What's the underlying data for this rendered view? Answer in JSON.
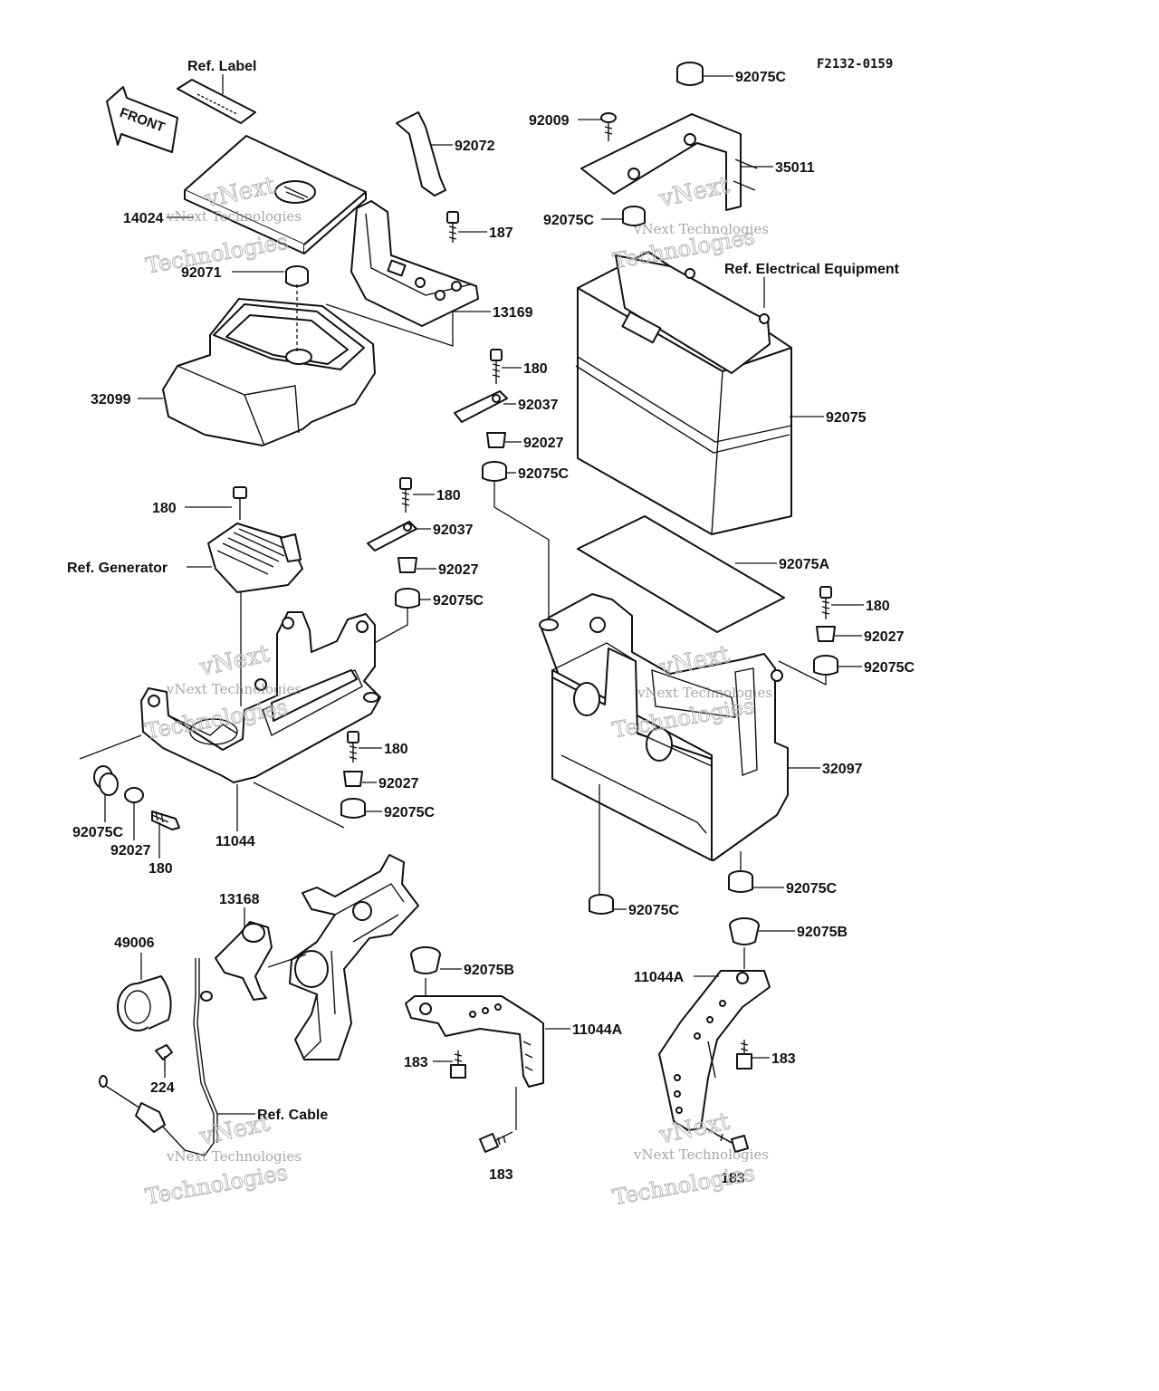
{
  "diagram_code": "F2132-0159",
  "front_arrow_label": "FRONT",
  "labels": {
    "ref_label": "Ref. Label",
    "p92072": "92072",
    "p14024": "14024",
    "p187": "187",
    "p92071": "92071",
    "p13169": "13169",
    "p32099": "32099",
    "p92075c_top": "92075C",
    "p92009": "92009",
    "p35011": "35011",
    "p92075c_bracket": "92075C",
    "ref_electrical": "Ref. Electrical Equipment",
    "p92075": "92075",
    "p180_a": "180",
    "p92037_a": "92037",
    "p92027_a": "92027",
    "p92075c_a": "92075C",
    "p180_b": "180",
    "p92037_b": "92037",
    "p92027_b": "92027",
    "p92075c_b": "92075C",
    "p180_c": "180",
    "ref_generator": "Ref. Generator",
    "p92075a": "92075A",
    "p180_d": "180",
    "p92027_d": "92027",
    "p92075c_d": "92075C",
    "p180_e": "180",
    "p92027_e": "92027",
    "p92075c_e": "92075C",
    "p32097": "32097",
    "p92075c_f": "92075C",
    "p92027_f": "92027",
    "p180_f": "180",
    "p11044": "11044",
    "p92075c_g": "92075C",
    "p92075c_h": "92075C",
    "p13168": "13168",
    "p49006": "49006",
    "p92075b_a": "92075B",
    "p92075b_b": "92075B",
    "p11044a_a": "11044A",
    "p11044a_b": "11044A",
    "p183_a": "183",
    "p183_b": "183",
    "p183_c": "183",
    "p183_d": "183",
    "p224": "224",
    "ref_cable": "Ref. Cable"
  },
  "watermark": {
    "line1": "vNext Technologies",
    "line2": "vNext",
    "line3": "Technologies"
  }
}
